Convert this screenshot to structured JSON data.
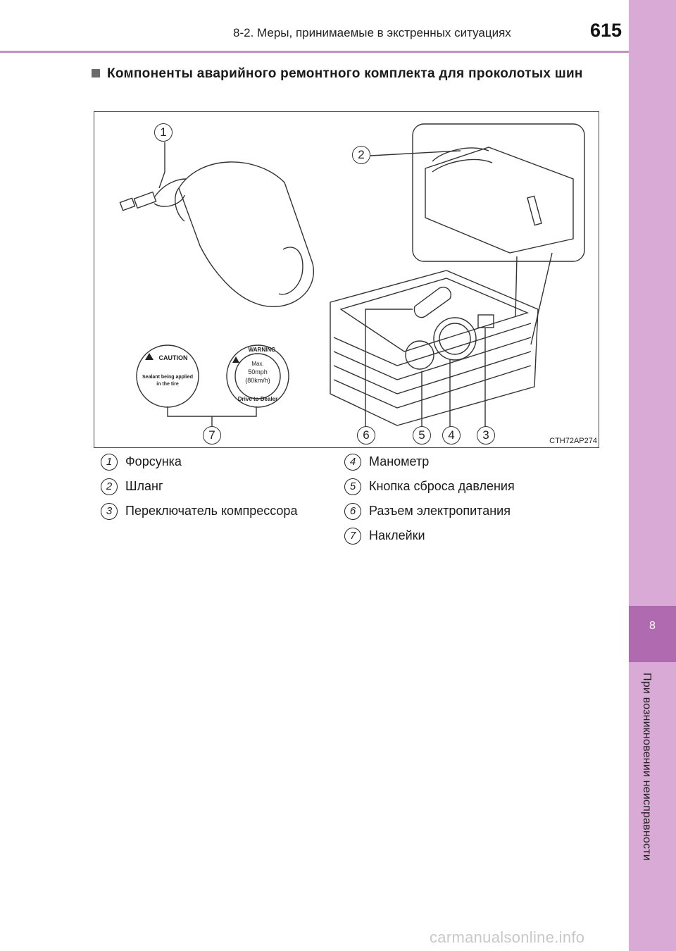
{
  "header": {
    "title": "8-2. Меры, принимаемые в экстренных ситуациях",
    "page_number": "615"
  },
  "side_tab": {
    "chapter_number": "8",
    "chapter_title": "При возникновении неисправности"
  },
  "section": {
    "title": "Компоненты аварийного ремонтного комплекта для проколотых шин"
  },
  "figure": {
    "code": "CTH72AP274",
    "callouts": [
      "1",
      "2",
      "3",
      "4",
      "5",
      "6",
      "7"
    ],
    "caution_sticker": {
      "heading": "CAUTION",
      "line1": "Sealant being applied",
      "line2": "in the tire"
    },
    "warning_sticker": {
      "heading": "WARNING",
      "line1": "Max.",
      "line2": "50mph",
      "line3": "(80km/h)",
      "footer": "Drive to Dealer"
    }
  },
  "legend": [
    {
      "num": "1",
      "text": "Форсунка"
    },
    {
      "num": "2",
      "text": "Шланг"
    },
    {
      "num": "3",
      "text": "Переключатель компрессора"
    },
    {
      "num": "4",
      "text": "Манометр"
    },
    {
      "num": "5",
      "text": "Кнопка сброса давления"
    },
    {
      "num": "6",
      "text": "Разъем электропитания"
    },
    {
      "num": "7",
      "text": "Наклейки"
    }
  ],
  "footer": {
    "watermark": "carmanualsonline.info"
  }
}
